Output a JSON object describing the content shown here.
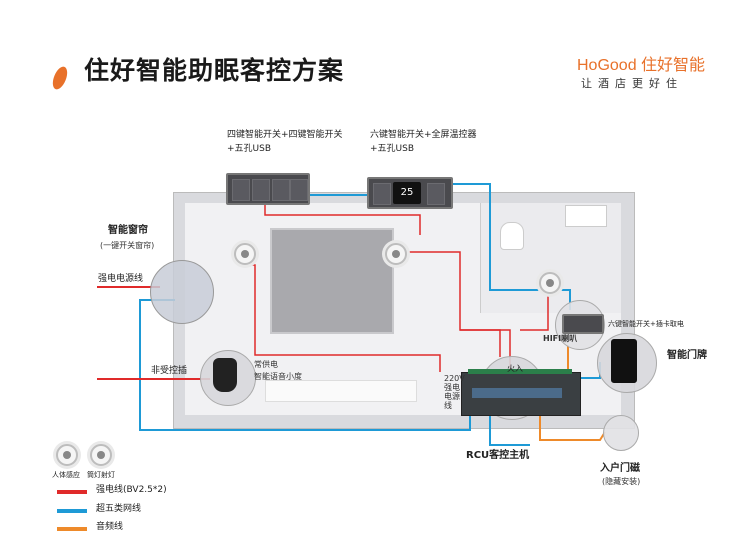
{
  "header": {
    "title": "住好智能助眠客控方案",
    "brand": "HoGood 住好智能",
    "slogan": "让酒店更好住"
  },
  "devices": {
    "four_key_switch": {
      "line1": "四键智能开关+四键智能开关",
      "line2": "+五孔USB"
    },
    "six_key_switch": {
      "line1": "六键智能开关+全屏温控器",
      "line2": "+五孔USB"
    },
    "thermostat_reading": "25",
    "curtain": {
      "title": "智能窗帘",
      "subtitle": "(一键开关窗帘)"
    },
    "power_line": "强电电源线",
    "uncontrolled_socket": "非受控插",
    "speaker": {
      "line1": "常供电",
      "line2": "智能语音小度"
    },
    "hifi": "HIFI喇叭",
    "six_key_card": "六键智能开关+插卡取电",
    "doorplate": "智能门牌",
    "live_wire": "火入",
    "power_220v": [
      "220V",
      "强电",
      "电源",
      "线"
    ],
    "rcu": "RCU客控主机",
    "door_magnet": {
      "title": "入户门磁",
      "subtitle": "(隐藏安装)"
    }
  },
  "legend": {
    "icons": [
      {
        "label": "人体感应",
        "icon": "motion-sensor-icon"
      },
      {
        "label": "筒灯射灯",
        "icon": "downlight-icon"
      }
    ],
    "lines": [
      {
        "label": "强电线(BV2.5*2)",
        "color": "#e02a2a"
      },
      {
        "label": "超五类网线",
        "color": "#1e9ad6"
      },
      {
        "label": "音频线",
        "color": "#ee8a2a"
      }
    ]
  },
  "colors": {
    "accent": "#e8712a",
    "power": "#e02a2a",
    "network": "#1e9ad6",
    "audio": "#ee8a2a"
  }
}
